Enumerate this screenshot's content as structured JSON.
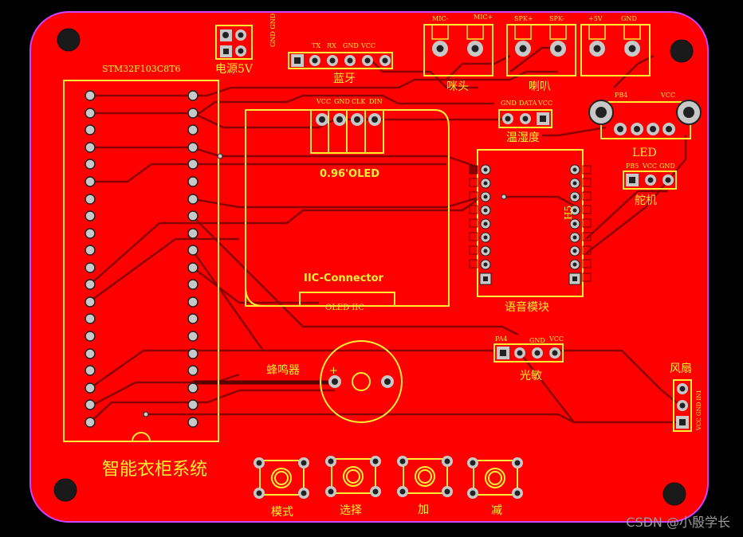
{
  "board": {
    "title": "智能衣柜系统",
    "mcu": "STM32F103C8T6",
    "colors": {
      "board": "#ff0000",
      "outline": "#cc44ff",
      "silkscreen": "#ffee33",
      "pad": "#c8c8c8",
      "track": "#8a0000",
      "hole": "#1a1a1a"
    }
  },
  "modules": {
    "power": {
      "label": "电源5V",
      "pins": "GND GND"
    },
    "bluetooth": {
      "label": "蓝牙",
      "pins": [
        "TX",
        "RX",
        "GND",
        "VCC"
      ]
    },
    "mic": {
      "label": "咪头",
      "pins": [
        "MIC-",
        "MIC+"
      ]
    },
    "speaker": {
      "label": "喇叭",
      "pins": [
        "SPK+",
        "SPK-"
      ]
    },
    "power2": {
      "pins": [
        "+5V",
        "GND"
      ]
    },
    "dht": {
      "label": "温湿度",
      "pins": [
        "GND",
        "DATA",
        "VCC"
      ]
    },
    "led": {
      "label": "LED",
      "pins": [
        "PB4",
        "VCC"
      ]
    },
    "servo": {
      "label": "舵机",
      "pins": [
        "PB5",
        "VCC",
        "GND"
      ]
    },
    "oled": {
      "pins": [
        "VCC",
        "GND",
        "CLK",
        "DIN"
      ],
      "title": "0.96'OLED",
      "connector": "IIC-Connector",
      "footer": "OLED IIC"
    },
    "voice": {
      "label": "语音模块",
      "chip": "H5"
    },
    "light": {
      "label": "光敏",
      "pins": [
        "PA4",
        "GND",
        "VCC"
      ]
    },
    "buzzer": {
      "label": "蜂鸣器",
      "plus": "+"
    },
    "fan": {
      "label": "风扇",
      "pins": "VCC GND IN1"
    },
    "buttons": [
      "模式",
      "选择",
      "加",
      "减"
    ]
  },
  "watermark": "CSDN @小殷学长"
}
